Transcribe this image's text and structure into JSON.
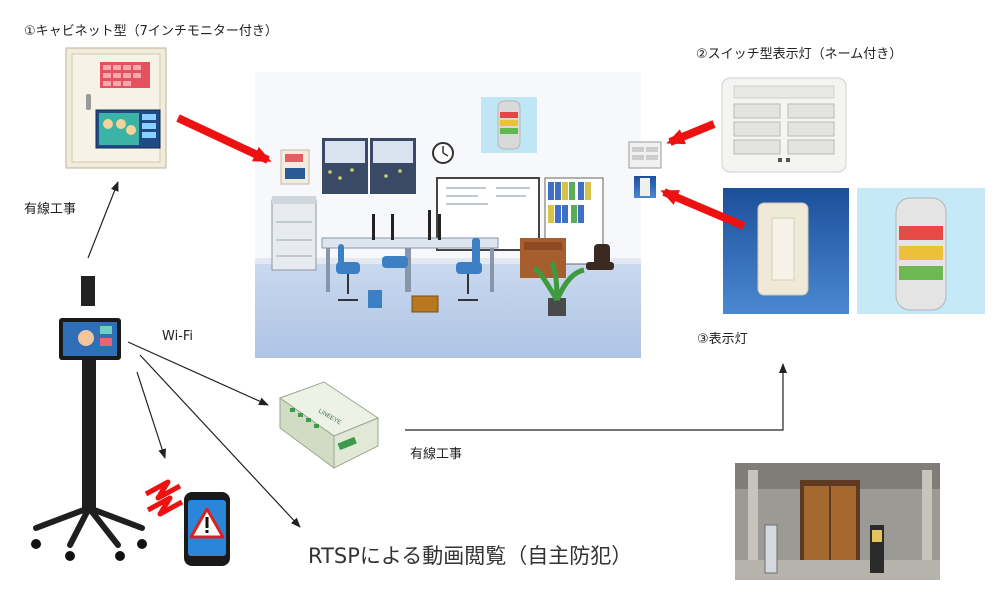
{
  "labels": {
    "cabinet": "①キャビネット型（7インチモニター付き）",
    "switch_light": "②スイッチ型表示灯（ネーム付き）",
    "indicator": "③表示灯",
    "wired_left": "有線工事",
    "wifi": "Wi-Fi",
    "wired_bottom": "有線工事",
    "rtsp": "RTSPによる動画閲覧（自主防犯）"
  },
  "devices": {
    "controller_brand": "LINEEYE"
  },
  "colors": {
    "highlight_arrow": "#ee1111",
    "line": "#222222",
    "office_floor": "#bcd0ea",
    "office_wall": "#f6f8fc"
  },
  "icons": [
    "warning-icon",
    "clock-icon",
    "phone-icon",
    "signal-zigzag-icon"
  ]
}
